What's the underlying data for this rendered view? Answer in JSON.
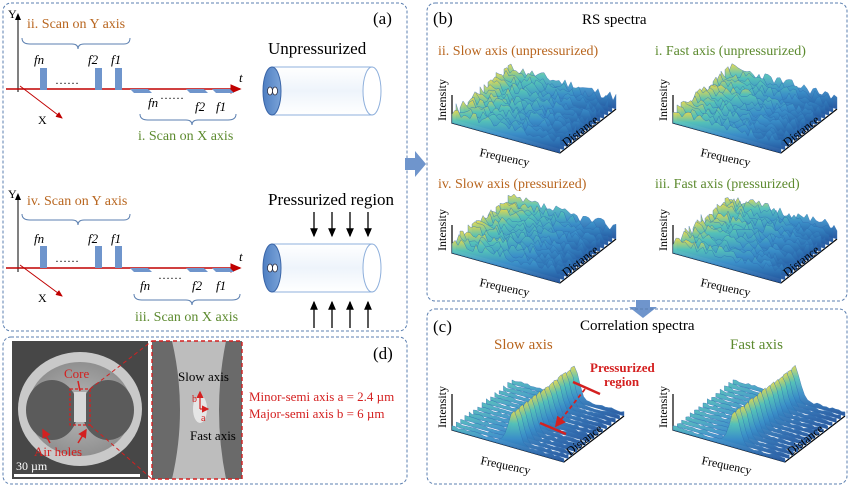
{
  "panel_a": {
    "label": "(a)",
    "axis_y": "Y",
    "axis_t": "t",
    "axis_x": "X",
    "top": {
      "scan_y": "ii. Scan on Y axis",
      "scan_x": "i. Scan on X axis",
      "title": "Unpressurized"
    },
    "bottom": {
      "scan_y": "iv. Scan on Y axis",
      "scan_x": "iii. Scan on X axis",
      "title": "Pressurized region"
    },
    "freq_labels": {
      "fn": "fn",
      "f2": "f2",
      "f1": "f1",
      "dots": "……"
    }
  },
  "panel_b": {
    "label": "(b)",
    "title": "RS spectra",
    "plots": [
      {
        "title": "ii. Slow axis (unpressurized)",
        "color": "#b8651e"
      },
      {
        "title": "i. Fast axis (unpressurized)",
        "color": "#5c8a2e"
      },
      {
        "title": "iv. Slow axis (pressurized)",
        "color": "#b8651e"
      },
      {
        "title": "iii. Fast axis (pressurized)",
        "color": "#5c8a2e"
      }
    ],
    "axis_labels": {
      "z": "Intensity",
      "x": "Frequency",
      "y": "Distance"
    }
  },
  "panel_c": {
    "label": "(c)",
    "title": "Correlation spectra",
    "slow": "Slow axis",
    "fast": "Fast axis",
    "pressurized": "Pressurized region",
    "pressurized_lines": [
      "Pressurized",
      "region"
    ],
    "axis_labels": {
      "z": "Intensity",
      "x": "Frequency",
      "y": "Distance"
    }
  },
  "panel_d": {
    "label": "(d)",
    "core": "Core",
    "air_holes": "Air holes",
    "scale": "30 µm",
    "slow_axis": "Slow axis",
    "fast_axis": "Fast axis",
    "b": "b",
    "a": "a",
    "minor": "Minor-semi axis a = 2.4 µm",
    "major": "Major-semi axis b = 6 µm"
  },
  "colors": {
    "panel_border": "#5b7fb0",
    "red_axis": "#c00000",
    "orange": "#b8651e",
    "green": "#5c8a2e",
    "blue_bar": "#6f95cc",
    "dash_red": "#d42020",
    "surface_low": "#2a5fa8",
    "surface_mid": "#3fa8c6",
    "surface_high": "#e8d84a"
  },
  "icons": [
    "arrow-right-icon",
    "arrow-down-icon",
    "fiber-cylinder-icon",
    "pressure-arrow-icon"
  ]
}
